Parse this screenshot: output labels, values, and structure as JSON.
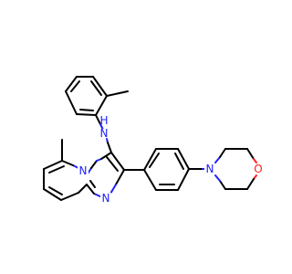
{
  "colors": {
    "carbon_bond": "#000000",
    "nitrogen": "#2020ff",
    "oxygen": "#ff2020",
    "background": "#ffffff"
  },
  "atoms": {
    "amine_n_symbol": "N",
    "amine_h_symbol": "H",
    "ring_n_bridge_symbol": "N",
    "ring_n_imine_symbol": "N",
    "morpholine_n_symbol": "N",
    "morpholine_o_symbol": "O"
  }
}
